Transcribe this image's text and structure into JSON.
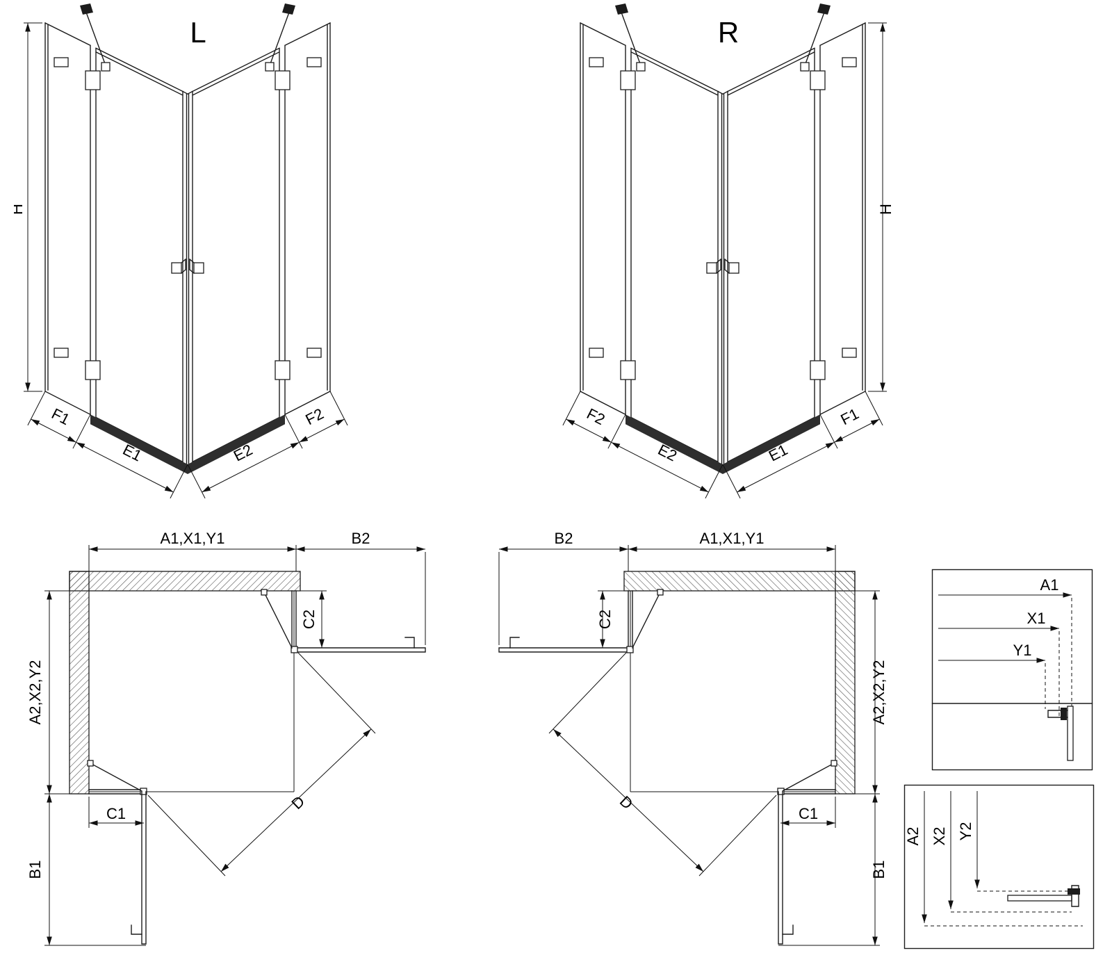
{
  "v3d_left": {
    "title": "L",
    "height": "H",
    "seg_f1": "F1",
    "seg_e1": "E1",
    "seg_e2": "E2",
    "seg_f2": "F2"
  },
  "v3d_right": {
    "title": "R",
    "height": "H",
    "seg_f2": "F2",
    "seg_e2": "E2",
    "seg_e1": "E1",
    "seg_f1": "F1"
  },
  "plan_left": {
    "width_top": "A1,X1,Y1",
    "door_top": "B2",
    "depth_left": "A2,X2,Y2",
    "fixed_top": "C2",
    "fixed_bottom": "C1",
    "door_bottom": "B1",
    "diagonal": "D"
  },
  "plan_right": {
    "width_top": "A1,X1,Y1",
    "door_top": "B2",
    "depth_right": "A2,X2,Y2",
    "fixed_top": "C2",
    "fixed_bottom": "C1",
    "door_bottom": "B1",
    "diagonal": "D"
  },
  "detail_top": {
    "row1": "A1",
    "row2": "X1",
    "row3": "Y1"
  },
  "detail_bottom": {
    "col1": "A2",
    "col2": "X2",
    "col3": "Y2"
  }
}
